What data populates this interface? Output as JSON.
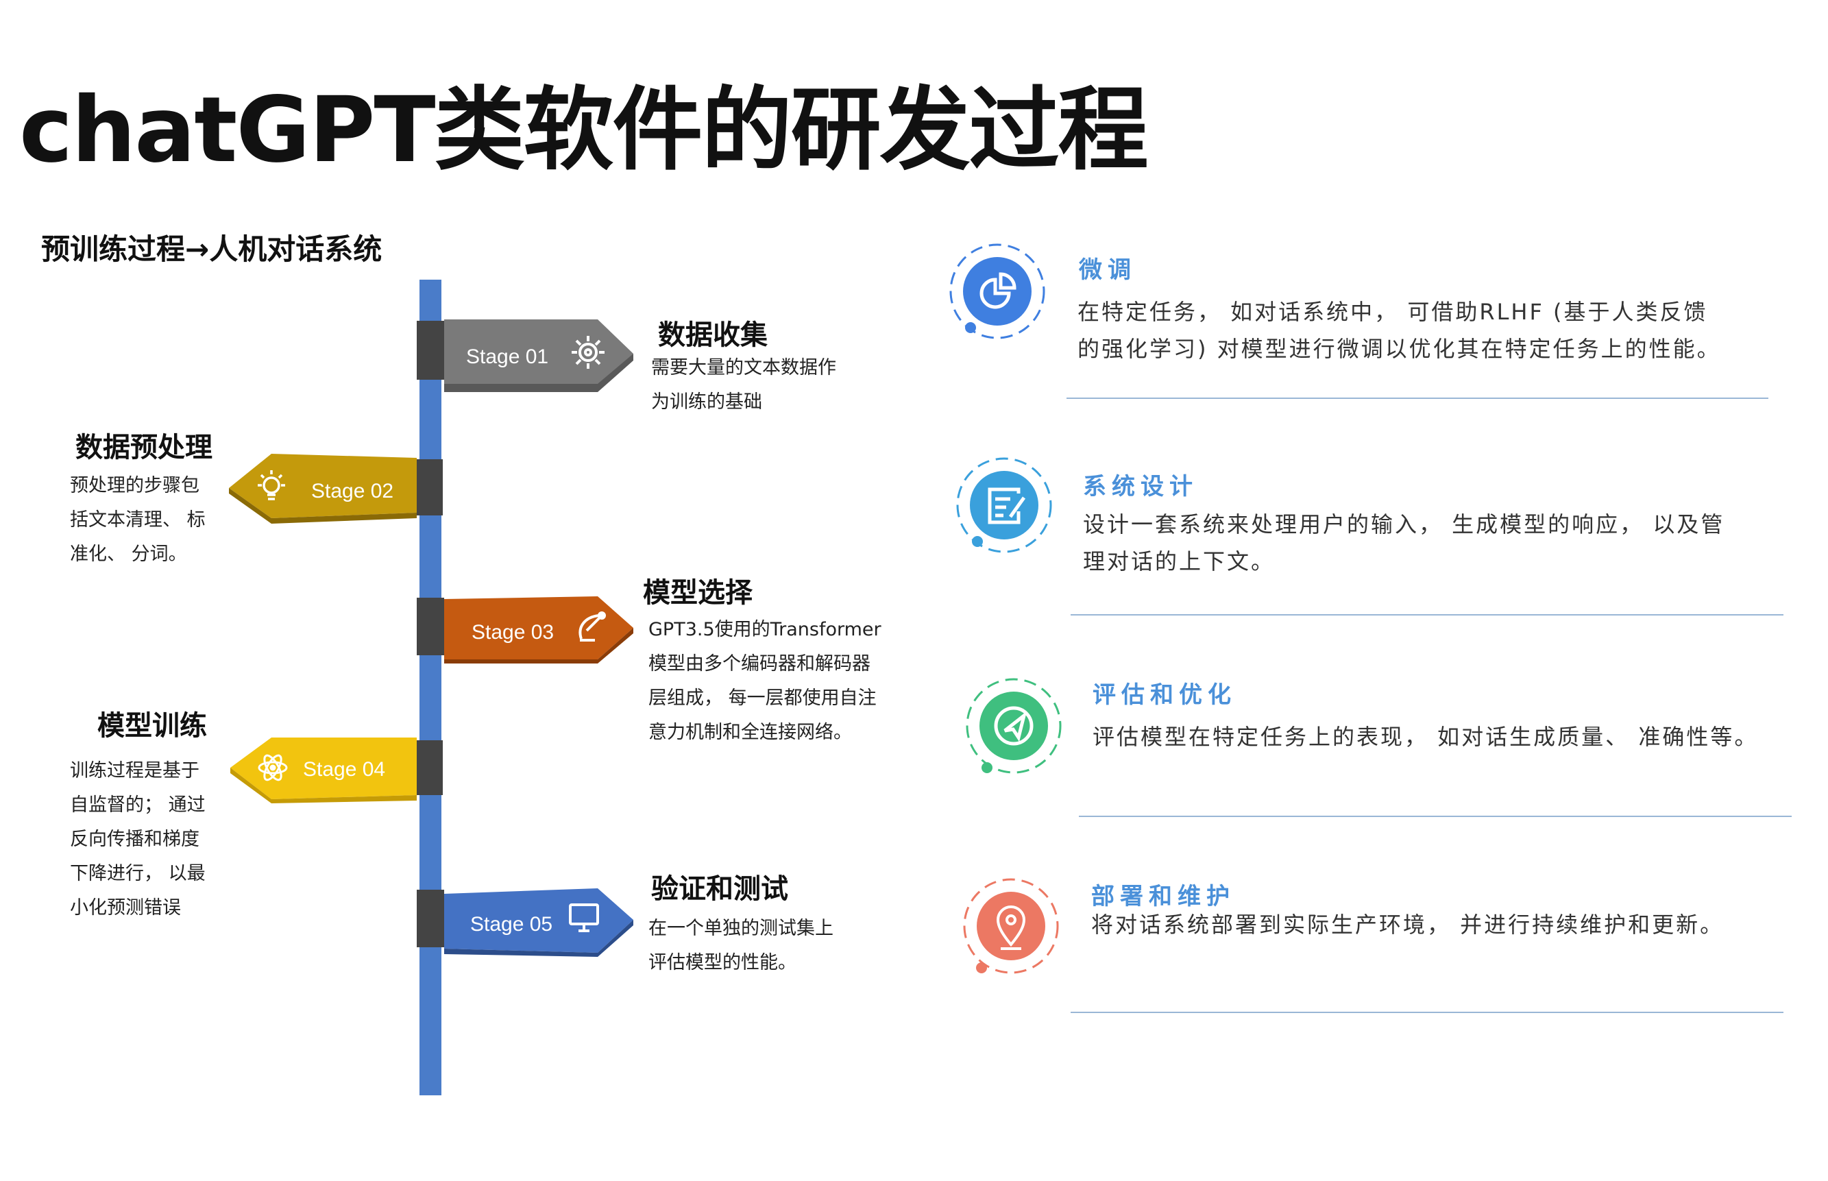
{
  "title": "chatGPT类软件的研发过程",
  "subtitle": "预训练过程→人机对话系统",
  "stages": [
    {
      "label": "Stage 01",
      "icon": "gear-icon",
      "color": "#7a7a7a",
      "title": "数据收集",
      "desc": [
        "需要大量的文本数据作",
        "为训练的基础"
      ]
    },
    {
      "label": "Stage 02",
      "icon": "lightbulb-icon",
      "color": "#c49a0c",
      "title": "数据预处理",
      "desc": [
        "预处理的步骤包",
        "括文本清理、 标",
        "准化、 分词。"
      ]
    },
    {
      "label": "Stage 03",
      "icon": "satellite-icon",
      "color": "#c55a11",
      "title": "模型选择",
      "desc": [
        "GPT3.5使用的Transformer",
        "模型由多个编码器和解码器",
        "层组成， 每一层都使用自注",
        "意力机制和全连接网络。"
      ]
    },
    {
      "label": "Stage 04",
      "icon": "atom-icon",
      "color": "#f2c40f",
      "title": "模型训练",
      "desc": [
        "训练过程是基于",
        "自监督的； 通过",
        "反向传播和梯度",
        "下降进行， 以最",
        "小化预测错误"
      ]
    },
    {
      "label": "Stage 05",
      "icon": "monitor-icon",
      "color": "#4472c4",
      "title": "验证和测试",
      "desc": [
        "在一个单独的测试集上",
        "评估模型的性能。"
      ]
    }
  ],
  "right_items": [
    {
      "title": "微调",
      "icon": "pie-chart-icon",
      "color": "#3f7fe0",
      "desc": [
        "在特定任务， 如对话系统中， 可借助RLHF (基于人类反馈",
        "的强化学习) 对模型进行微调以优化其在特定任务上的性能。"
      ]
    },
    {
      "title": "系统设计",
      "icon": "edit-document-icon",
      "color": "#3aa0dc",
      "desc": [
        "设计一套系统来处理用户的输入， 生成模型的响应， 以及管",
        "理对话的上下文。"
      ]
    },
    {
      "title": "评估和优化",
      "icon": "send-icon",
      "color": "#3fbf7f",
      "desc": [
        "评估模型在特定任务上的表现， 如对话生成质量、 准确性等。"
      ]
    },
    {
      "title": "部署和维护",
      "icon": "location-pin-icon",
      "color": "#ec7863",
      "desc": [
        "将对话系统部署到实际生产环境， 并进行持续维护和更新。"
      ]
    }
  ]
}
